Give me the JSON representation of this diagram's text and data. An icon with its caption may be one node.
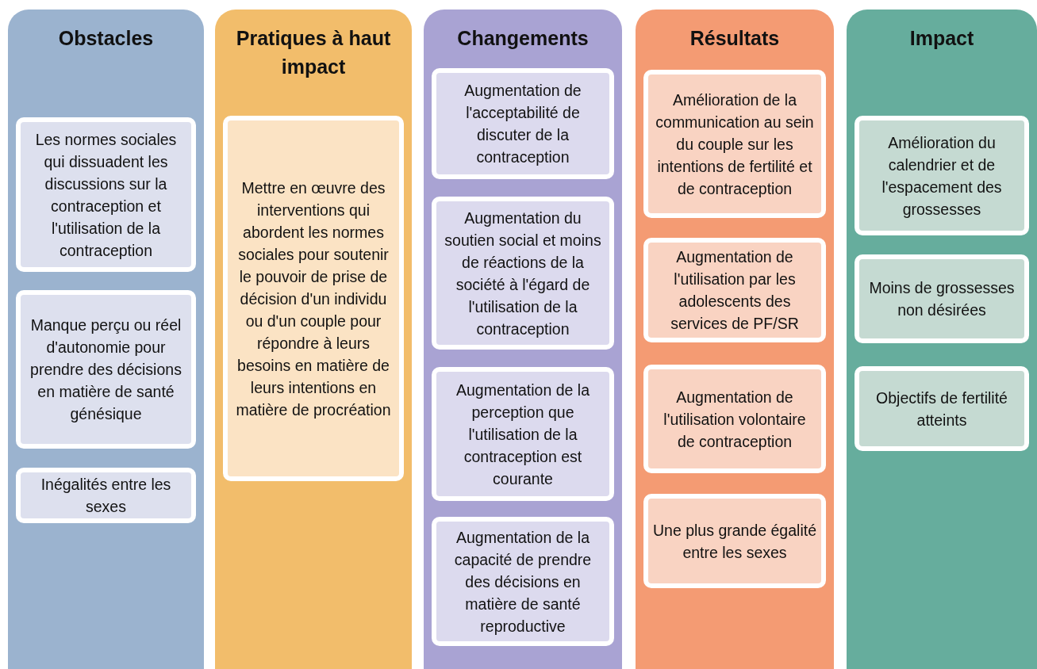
{
  "diagram": {
    "nodes": [
      {
        "text": [
          "Obstacles"
        ]
      },
      {
        "text": [
          "Les normes sociales qui dissuadent les discussions sur la contraception et l'utilisation de la contraception"
        ],
        "in": 0
      },
      {
        "text": [
          "Manque perçu ou réel d'autonomie pour prendre des décisions en matière de santé génésique"
        ],
        "in": 0
      },
      {
        "text": [
          "Inégalités entre les sexes"
        ],
        "in": 0
      },
      {
        "text": [
          "Pratiques à haut impact"
        ]
      },
      {
        "text": [
          "Mettre en œuvre des interventions qui abordent les normes sociales pour soutenir le pouvoir de prise de décision d'un individu ou d'un couple pour répondre à leurs besoins en matière de leurs intentions en matière de procréation"
        ],
        "in": 4
      },
      {
        "text": [
          "Changements"
        ]
      },
      {
        "text": [
          "Augmentation de l'acceptabilité de discuter de la contraception"
        ],
        "in": 6
      },
      {
        "text": [
          "Augmentation du soutien social et moins de réactions de la société à l'égard de l'utilisation de la contraception"
        ],
        "in": 6
      },
      {
        "text": [
          "Augmentation de la perception que l'utilisation de la contraception est courante"
        ],
        "in": 6
      },
      {
        "text": [
          "Augmentation de la capacité de prendre des décisions en matière de santé reproductive"
        ],
        "in": 6
      },
      {
        "text": [
          "Résultats"
        ]
      },
      {
        "text": [
          "Amélioration de la communication au sein du couple sur les intentions de fertilité et de contraception"
        ],
        "in": 11
      },
      {
        "text": [
          "Augmentation de l'utilisation par les adolescents des services de PF/SR"
        ],
        "in": 11
      },
      {
        "text": [
          "Augmentation de l'utilisation volontaire de contraception"
        ],
        "in": 11
      },
      {
        "text": [
          "Une plus grande égalité entre les sexes"
        ],
        "in": 11
      },
      {
        "text": [
          "Impact"
        ]
      },
      {
        "text": [
          "Amélioration du calendrier et de l'espacement des grossesses"
        ],
        "in": 16
      },
      {
        "text": [
          "Moins de grossesses non désirées"
        ],
        "in": 16
      },
      {
        "text": [
          "Objectifs de fertilité atteints"
        ],
        "in": 16
      }
    ],
    "edges": []
  }
}
